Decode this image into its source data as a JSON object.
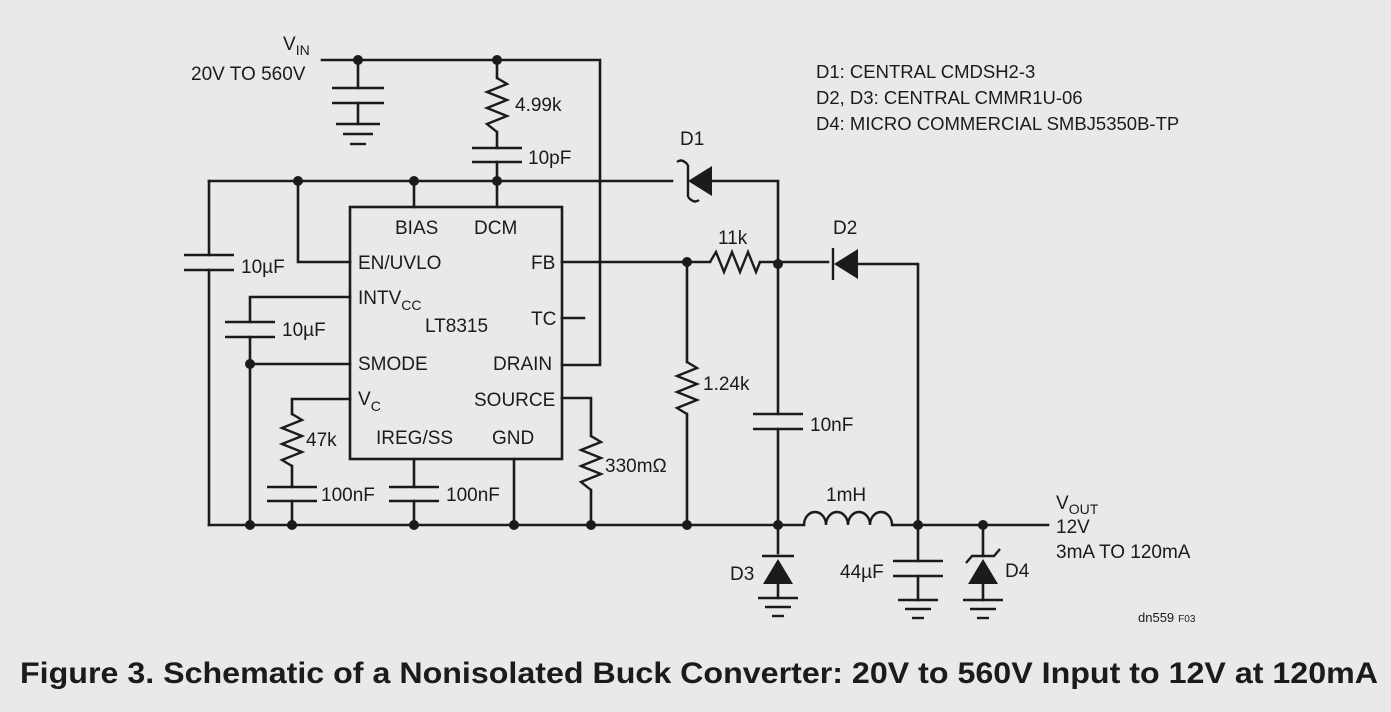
{
  "figure": {
    "caption": "Figure 3. Schematic of a Nonisolated Buck Converter: 20V to 560V Input to 12V at 120mA",
    "ref_code": "dn559",
    "ref_suffix": "F03"
  },
  "input": {
    "label_main": "V",
    "label_sub": "IN",
    "range": "20V TO 560V"
  },
  "output": {
    "label_main": "V",
    "label_sub": "OUT",
    "voltage": "12V",
    "current": "3mA TO 120mA"
  },
  "ic": {
    "name": "LT8315",
    "pins": {
      "bias": "BIAS",
      "dcm": "DCM",
      "en_uvlo": "EN/UVLO",
      "fb": "FB",
      "intvcc_main": "INTV",
      "intvcc_sub": "CC",
      "tc": "TC",
      "smode": "SMODE",
      "drain": "DRAIN",
      "vc_main": "V",
      "vc_sub": "C",
      "source": "SOURCE",
      "ireg_ss": "IREG/SS",
      "gnd": "GND"
    }
  },
  "components": {
    "r_top": "4.99k",
    "c_top": "10pF",
    "c_left": "10µF",
    "c_intvcc": "10µF",
    "r_vc": "47k",
    "c_vc": "100nF",
    "c_ss": "100nF",
    "r_sense": "330mΩ",
    "r_fb_top": "11k",
    "r_fb_bot": "1.24k",
    "c_boot": "10nF",
    "inductor": "1mH",
    "c_out": "44µF",
    "d1": "D1",
    "d2": "D2",
    "d3": "D3",
    "d4": "D4"
  },
  "notes": [
    "D1: CENTRAL CMDSH2-3",
    "D2, D3: CENTRAL CMMR1U-06",
    "D4: MICRO COMMERCIAL SMBJ5350B-TP"
  ]
}
